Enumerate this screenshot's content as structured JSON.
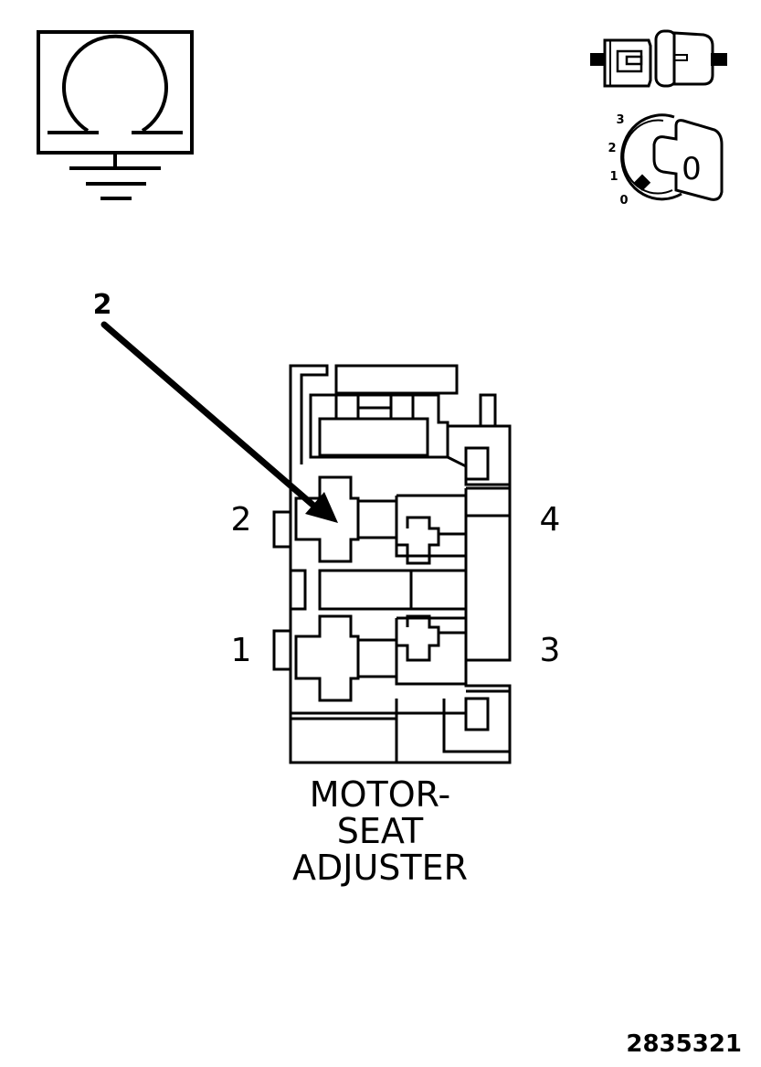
{
  "symbols": {
    "ohmmeter_icon": "ohm-ground-icon",
    "connector_icon": "disconnected-connector-icon",
    "ignition_icon": "ignition-key-icon"
  },
  "ignition": {
    "positions": [
      "3",
      "2",
      "1",
      "0"
    ],
    "key_state": "0"
  },
  "callout": {
    "label": "2"
  },
  "connector": {
    "pins": {
      "p1": "1",
      "p2": "2",
      "p3": "3",
      "p4": "4"
    }
  },
  "component": {
    "line1": "MOTOR-",
    "line2": "SEAT",
    "line3": "ADJUSTER"
  },
  "figure_number": "2835321"
}
